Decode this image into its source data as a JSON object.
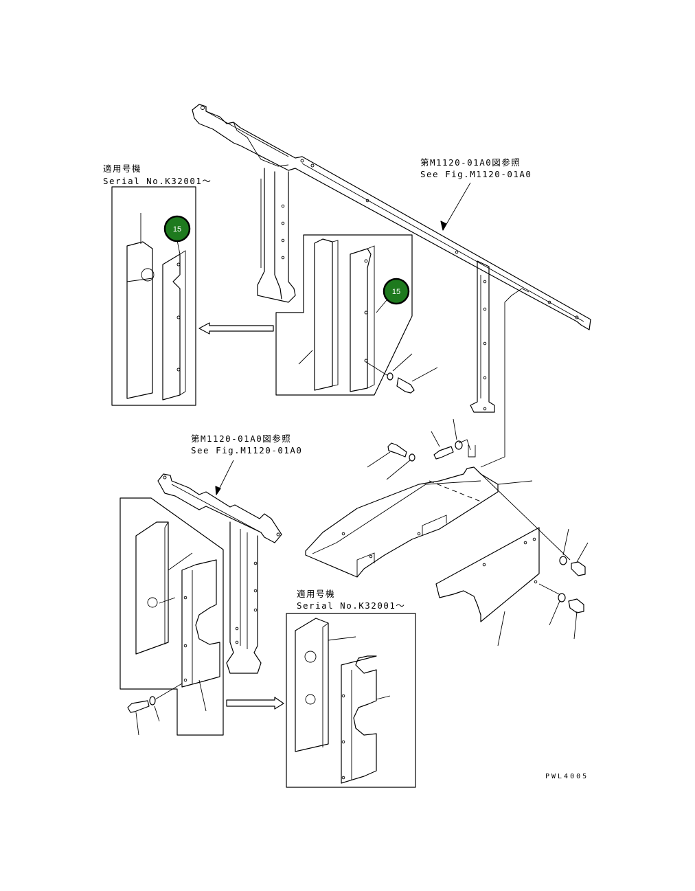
{
  "labels": {
    "serial_top_jp": "適用号機",
    "serial_top_en": "Serial No.K32001～",
    "ref_top_jp": "第M1120-01A0図参照",
    "ref_top_en": "See Fig.M1120-01A0",
    "ref_mid_jp": "第M1120-01A0図参照",
    "ref_mid_en": "See Fig.M1120-01A0",
    "serial_bottom_jp": "適用号機",
    "serial_bottom_en": "Serial No.K32001～",
    "drawing_code": "PWL4005"
  },
  "callouts": [
    {
      "number": "15",
      "color": "#1e7a1e"
    },
    {
      "number": "15",
      "color": "#1e7a1e"
    }
  ]
}
